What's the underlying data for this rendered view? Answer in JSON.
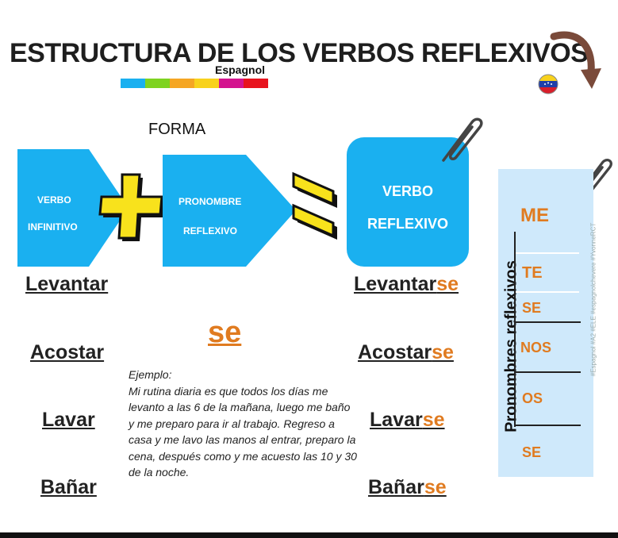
{
  "header": {
    "title": "ESTRUCTURA DE LOS VERBOS REFLEXIVOS",
    "subtitle": "Espagnol",
    "color_bar": [
      "#1ab0f0",
      "#7ed321",
      "#f5a623",
      "#f8d21c",
      "#d4148f",
      "#e8141e"
    ]
  },
  "diagram": {
    "forma_label": "FORMA",
    "box1": {
      "line1": "VERBO",
      "line2": "INFINITIVO"
    },
    "box2": {
      "line1": "PRONOMBRE",
      "line2": "REFLEXIVO"
    },
    "box3": {
      "line1": "VERBO",
      "line2": "REFLEXIVO"
    },
    "plus_icon": "plus-icon",
    "equals_icon": "equals-icon"
  },
  "verbs": [
    {
      "infinitive": "Levantar",
      "base": "Levantar",
      "suffix": "se"
    },
    {
      "infinitive": "Acostar",
      "base": "Acostar",
      "suffix": "se"
    },
    {
      "infinitive": "Lavar",
      "base": "Lavar",
      "suffix": "se"
    },
    {
      "infinitive": "Bañar",
      "base": "Bañar",
      "suffix": "se"
    }
  ],
  "center_pronoun": "se",
  "example": {
    "heading": "Ejemplo:",
    "text": "Mi rutina diaria es que  todos los  días me levanto a las 6 de la mañana, luego me baño  y me preparo para ir al trabajo. Regreso a casa y me lavo las manos al entrar, preparo la cena, después como y me acuesto  las 10 y 30 de la noche."
  },
  "pronouns_panel": {
    "vertical_label": "Pronombres reflexivos",
    "items": [
      "ME",
      "TE",
      "SE",
      "NOS",
      "OS",
      "SE"
    ]
  },
  "watermark": "#Espagnol #A2 #ELE  #espagnolchevere #YvonneRCT",
  "colors": {
    "blue": "#1ab0f0",
    "orange": "#e07b20",
    "yellow": "#f8e21c",
    "panel": "#cfe9fb"
  }
}
